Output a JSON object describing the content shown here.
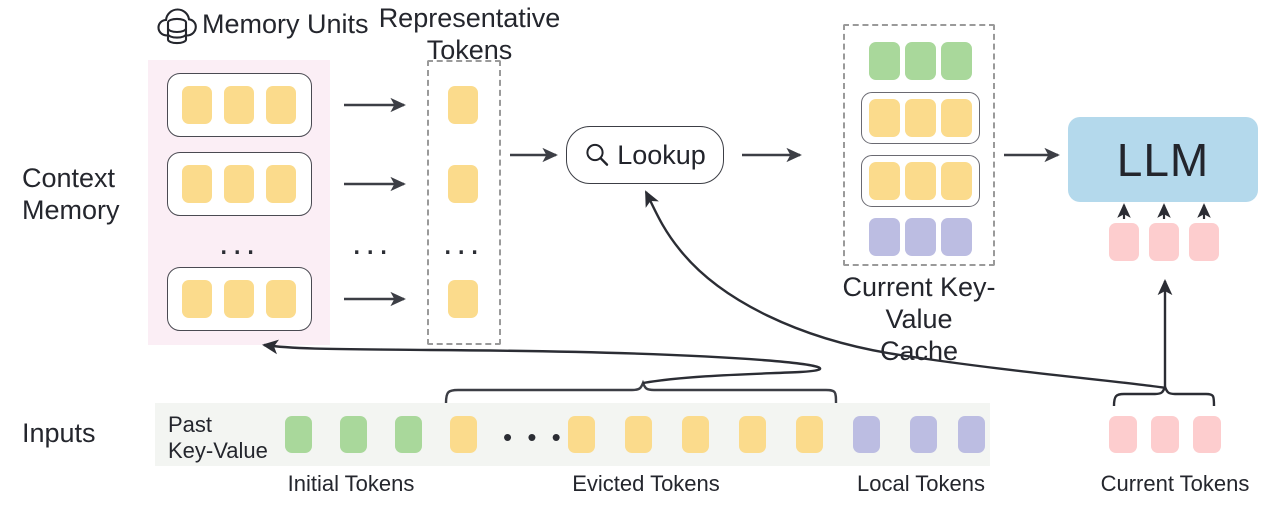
{
  "diagram": {
    "title_icons": {
      "memory_units_icon": "cloud-database-icon",
      "lookup_icon": "magnifier-icon"
    },
    "row_labels": {
      "context_memory": "Context\nMemory",
      "inputs": "Inputs"
    },
    "headers": {
      "memory_units": "Memory Units",
      "representative_tokens": "Representative\nTokens",
      "current_kv_cache": "Current Key-Value\nCache"
    },
    "lookup": {
      "label": "Lookup"
    },
    "llm": {
      "label": "LLM"
    },
    "input_bar": {
      "past_kv_label": "Past\nKey-Value"
    },
    "bottom_captions": {
      "initial": "Initial Tokens",
      "evicted": "Evicted Tokens",
      "local": "Local Tokens",
      "current": "Current Tokens"
    },
    "ellipsis": "• • •",
    "memory_units": [
      {
        "tokens": [
          "yellow",
          "yellow",
          "yellow"
        ]
      },
      {
        "tokens": [
          "yellow",
          "yellow",
          "yellow"
        ]
      },
      {
        "tokens": [
          "yellow",
          "yellow",
          "yellow"
        ]
      }
    ],
    "memory_units_ellipsis": "...",
    "representative_tokens": [
      "yellow",
      "yellow",
      "yellow"
    ],
    "representative_ellipsis": "...",
    "arrows_column_ellipsis": "...",
    "kv_cache_rows": [
      {
        "kind": "plain",
        "tokens": [
          "green",
          "green",
          "green"
        ]
      },
      {
        "kind": "boxed",
        "tokens": [
          "yellow",
          "yellow",
          "yellow"
        ]
      },
      {
        "kind": "boxed",
        "tokens": [
          "yellow",
          "yellow",
          "yellow"
        ]
      },
      {
        "kind": "plain",
        "tokens": [
          "purple",
          "purple",
          "purple"
        ]
      }
    ],
    "llm_input_tokens": [
      "pink",
      "pink",
      "pink"
    ],
    "input_sequence": [
      {
        "color": "green",
        "group": "initial"
      },
      {
        "color": "green",
        "group": "initial"
      },
      {
        "color": "green",
        "group": "initial"
      },
      {
        "color": "yellow",
        "group": "evicted"
      },
      {
        "color": "ellipsis",
        "group": "evicted"
      },
      {
        "color": "yellow",
        "group": "evicted"
      },
      {
        "color": "yellow",
        "group": "evicted"
      },
      {
        "color": "yellow",
        "group": "evicted"
      },
      {
        "color": "yellow",
        "group": "evicted"
      },
      {
        "color": "yellow",
        "group": "evicted"
      },
      {
        "color": "purple",
        "group": "local"
      },
      {
        "color": "purple",
        "group": "local"
      },
      {
        "color": "purple",
        "group": "local"
      }
    ],
    "current_tokens": [
      "pink",
      "pink",
      "pink"
    ],
    "colors": {
      "yellow": "#fbdb8c",
      "green": "#a9d89b",
      "purple": "#bcbde2",
      "pink": "#fdcdce",
      "blue": "#b4d9ec",
      "panel_pink": "#fbeef5",
      "input_bar": "#f3f5f2",
      "stroke": "#3c3e45",
      "dashed": "#9a9a9a"
    }
  }
}
